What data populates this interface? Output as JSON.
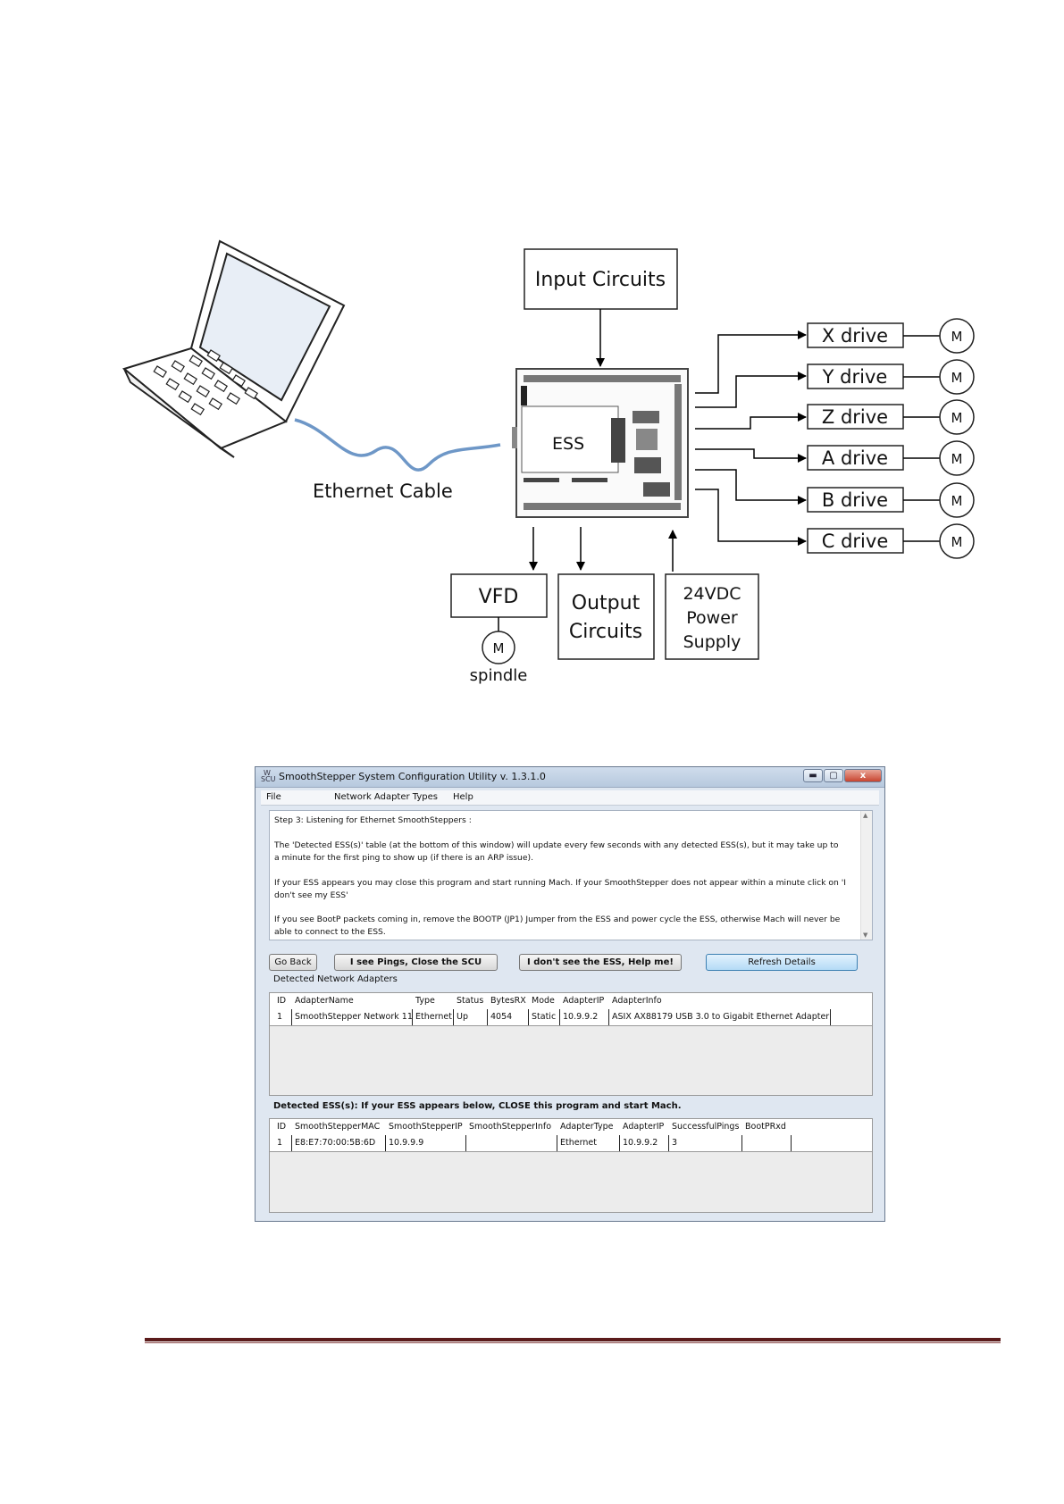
{
  "diagram": {
    "ess_label": "ESS",
    "cable_label": "Ethernet Cable",
    "input_box": "Input Circuits",
    "drives": [
      "X drive",
      "Y drive",
      "Z drive",
      "A drive",
      "B drive",
      "C drive"
    ],
    "motor_label": "M",
    "vfd_label": "VFD",
    "output_box": [
      "Output",
      "Circuits"
    ],
    "power_box": [
      "24VDC",
      "Power",
      "Supply"
    ],
    "spindle_label": "spindle"
  },
  "window": {
    "icon_text": "W\nSCU",
    "title": "SmoothStepper System Configuration Utility v. 1.3.1.0",
    "minimize": "▬",
    "maximize": "▢",
    "close": "x",
    "menu": {
      "file": "File",
      "network": "Network Adapter Types",
      "help": "Help"
    },
    "info": {
      "step": "Step 3: Listening for Ethernet SmoothSteppers :",
      "para1": "The 'Detected ESS(s)' table (at the bottom of this window) will update every few seconds with any detected ESS(s), but it may take up to a minute for the first ping to show up (if there is an ARP issue).",
      "para2": "If your ESS appears you may close this program and start running Mach. If your SmoothStepper does not appear within a minute click on 'I don't see my ESS'",
      "para3": "If you see BootP packets coming in, remove the BOOTP (JP1) Jumper from the ESS and power cycle the ESS, otherwise Mach will never be able to connect to the ESS."
    },
    "buttons": {
      "back": "Go Back",
      "pings": "I see Pings, Close the SCU",
      "noess": "I don't see the ESS, Help me!",
      "refresh": "Refresh Details"
    },
    "adapters_label": "Detected Network Adapters",
    "adapters": {
      "headers": [
        "ID",
        "AdapterName",
        "Type",
        "Status",
        "BytesRX",
        "Mode",
        "AdapterIP",
        "AdapterInfo"
      ],
      "row": [
        "1",
        "SmoothStepper Network 11",
        "Ethernet",
        "Up",
        "4054",
        "Static",
        "10.9.9.2",
        "ASIX AX88179 USB 3.0 to Gigabit Ethernet Adapter"
      ]
    },
    "ess_label": "Detected ESS(s): If your ESS appears below, CLOSE this program and start Mach.",
    "ess": {
      "headers": [
        "ID",
        "SmoothStepperMAC",
        "SmoothStepperIP",
        "SmoothStepperInfo",
        "AdapterType",
        "AdapterIP",
        "SuccessfulPings",
        "BootPRxd"
      ],
      "row": [
        "1",
        "E8:E7:70:00:5B:6D",
        "10.9.9.9",
        "",
        "Ethernet",
        "10.9.9.2",
        "3",
        ""
      ]
    }
  }
}
